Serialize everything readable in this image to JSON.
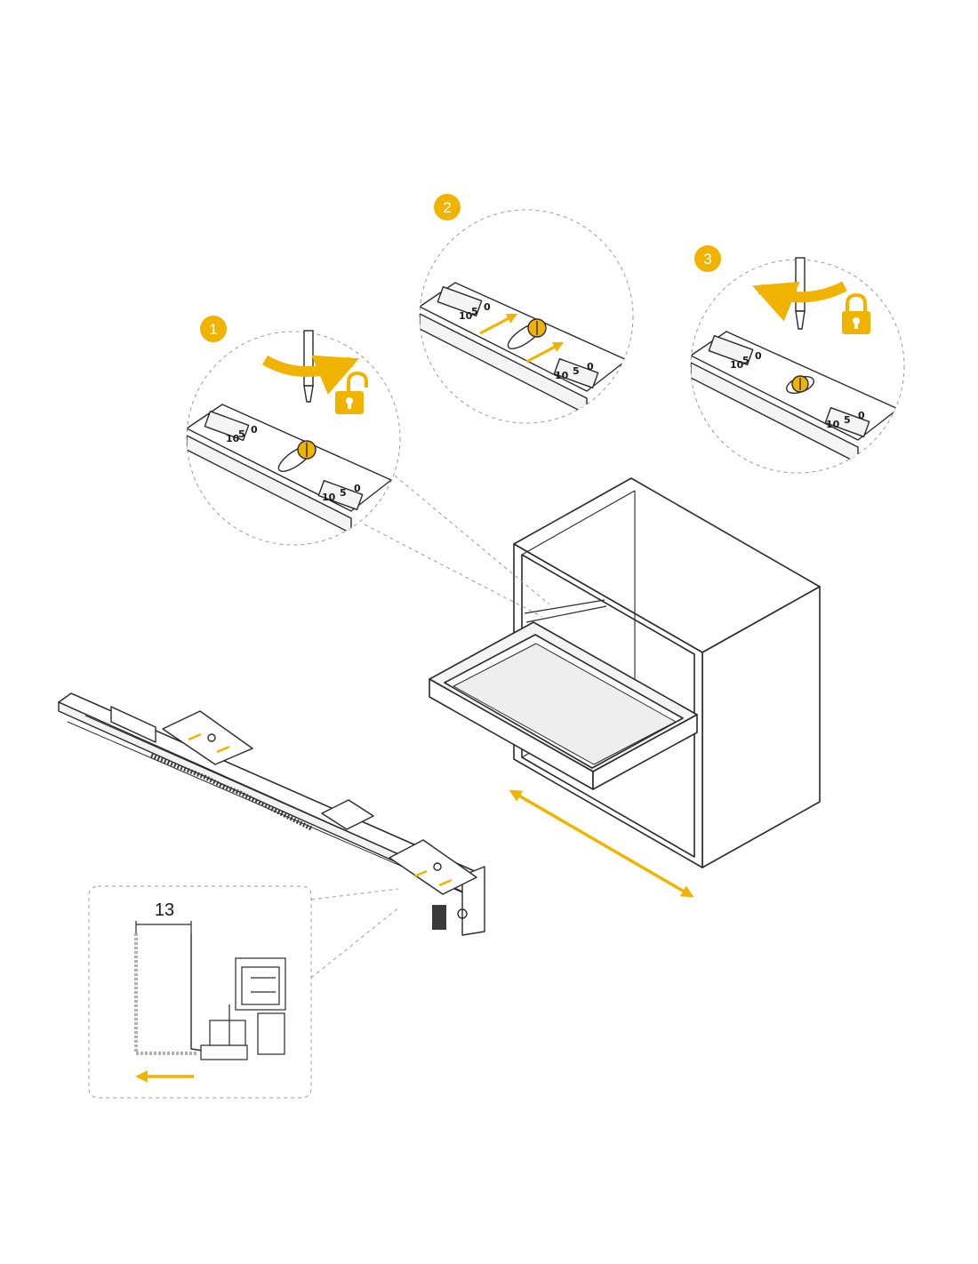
{
  "accent_color": "#f0b400",
  "line_color": "#2a2a2a",
  "dashed_color": "#9a9a9a",
  "steps": [
    {
      "number": "1",
      "action": "unlock",
      "icon": "unlock-icon",
      "scale_values": [
        "0",
        "5",
        "10"
      ]
    },
    {
      "number": "2",
      "action": "adjust",
      "icon": "arrow-icon",
      "scale_values": [
        "0",
        "5",
        "10"
      ]
    },
    {
      "number": "3",
      "action": "lock",
      "icon": "lock-icon",
      "scale_values": [
        "0",
        "5",
        "10"
      ]
    }
  ],
  "detail": {
    "dimension": "13"
  }
}
